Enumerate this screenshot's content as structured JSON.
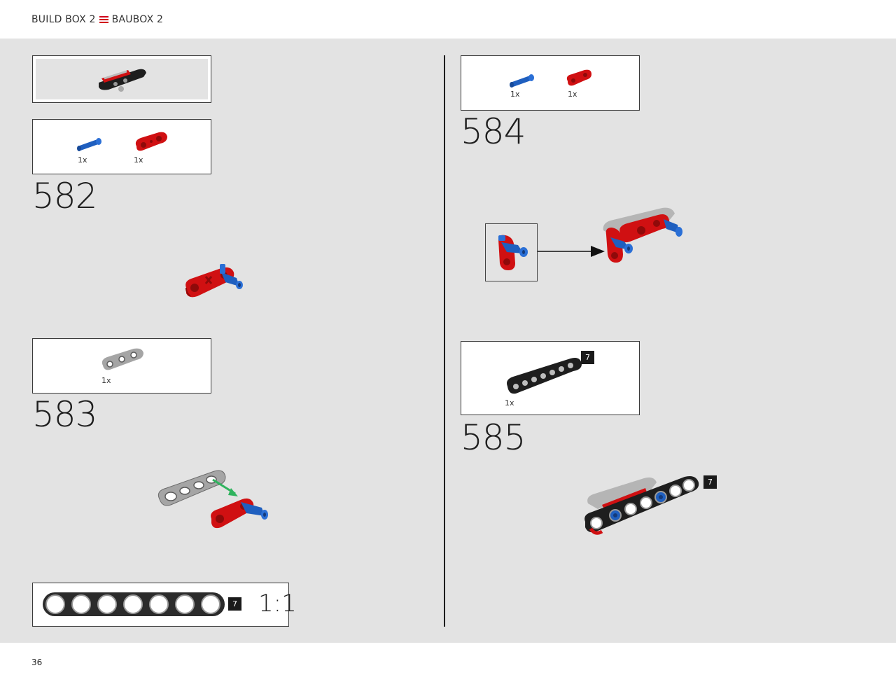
{
  "header": {
    "title_left": "BUILD BOX 2",
    "title_right": "BAUBOX 2",
    "menu_icon": "menu-lines-icon",
    "accent_color": "#d0021b"
  },
  "sub_assembly_preview": {
    "icon": "sub-assembly-part-icon"
  },
  "steps": [
    {
      "number": "582",
      "parts": [
        {
          "name": "blue-axle-pin",
          "qty": "1x",
          "color": "#1f5fbf"
        },
        {
          "name": "red-beam-2",
          "qty": "1x",
          "color": "#d01012"
        }
      ]
    },
    {
      "number": "583",
      "parts": [
        {
          "name": "grey-beam-3",
          "qty": "1x",
          "color": "#a5a5a5"
        }
      ]
    },
    {
      "number": "584",
      "parts": [
        {
          "name": "blue-axle-pin",
          "qty": "1x",
          "color": "#1f5fbf"
        },
        {
          "name": "red-beam-2",
          "qty": "1x",
          "color": "#d01012"
        }
      ]
    },
    {
      "number": "585",
      "parts": [
        {
          "name": "black-beam-7",
          "qty": "1x",
          "length": "7",
          "color": "#1e1e1e"
        }
      ]
    }
  ],
  "callouts": {
    "step585_length": "7",
    "step585_model_length": "7"
  },
  "scale_ruler": {
    "length": "7",
    "scale": "1:1",
    "holes": 7
  },
  "footer": {
    "page_number": "36"
  }
}
